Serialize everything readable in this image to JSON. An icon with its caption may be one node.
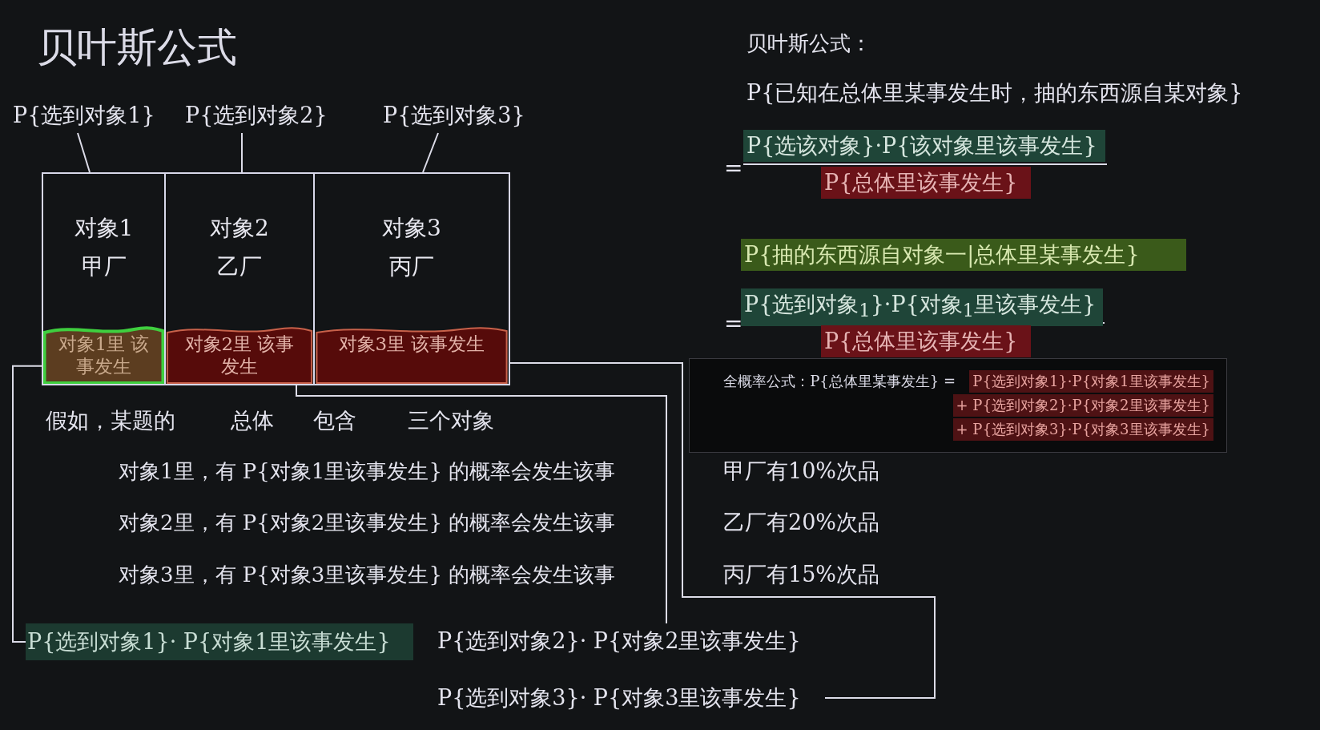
{
  "diagram": {
    "title": "贝叶斯公式",
    "nodes": [
      {
        "text": [
          "P{选到对象1}"
        ]
      },
      {
        "text": [
          "P{选到对象2}"
        ]
      },
      {
        "text": [
          "P{选到对象3}"
        ]
      },
      {
        "text": [
          "对象1",
          "甲厂"
        ]
      },
      {
        "text": [
          "对象1里 该事发生"
        ],
        "in": 3
      },
      {
        "text": [
          "对象2",
          "乙厂"
        ]
      },
      {
        "text": [
          "对象2里 该事发生"
        ],
        "in": 5
      },
      {
        "text": [
          "对象3",
          "丙厂"
        ]
      },
      {
        "text": [
          "对象3里 该事发生"
        ],
        "in": 7
      },
      {
        "text": [
          "P{选到对象1}· P{对象1里该事发生}"
        ]
      },
      {
        "text": [
          "P{选到对象2}· P{对象2里该事发生}"
        ]
      },
      {
        "text": [
          "P{选到对象3}· P{对象3里该事发生}"
        ]
      },
      {
        "text": [
          "全概率公式：P{总体里某事发生} =",
          "P{选到对象1}·P{对象1里该事发生}",
          "+ P{选到对象2}·P{对象2里该事发生}",
          "+ P{选到对象3}·P{对象3里该事发生}"
        ]
      }
    ],
    "edges": [
      {
        "from": 0,
        "to": 3,
        "arrow": "none"
      },
      {
        "from": 1,
        "to": 5,
        "arrow": "none"
      },
      {
        "from": 2,
        "to": 7,
        "arrow": "none"
      },
      {
        "from": 4,
        "to": 9,
        "arrow": "none"
      },
      {
        "from": 6,
        "to": 10,
        "arrow": "none"
      },
      {
        "from": 8,
        "to": 11,
        "arrow": "none"
      }
    ],
    "labels": [
      "贝叶斯公式：",
      "P{已知在总体里某事发生时，抽的东西源自某对象}",
      "=",
      "P{选该对象}·P{该对象里该事发生}",
      "P{总体里该事发生}",
      "P{抽的东西源自对象一|总体里某事发生}",
      "=",
      "P{选到对象$_{1}$}·P{对象$_{1}$里该事发生}",
      "P{总体里该事发生}",
      "假如，某题的",
      "总体",
      "包含",
      "三个对象",
      "对象1里，有 P{对象1里该事发生} 的概率会发生该事",
      "甲厂有10%次品",
      "对象2里，有 P{对象2里该事发生} 的概率会发生该事",
      "乙厂有20%次品",
      "对象3里，有 P{对象3里该事发生} 的概率会发生该事",
      "丙厂有15%次品"
    ]
  }
}
